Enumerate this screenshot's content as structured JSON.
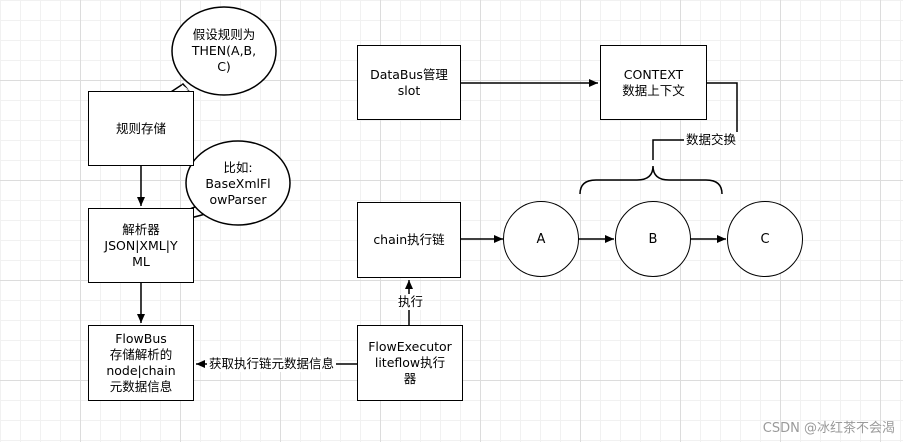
{
  "nodes": {
    "rule_storage": "规则存储",
    "parser": "解析器\nJSON|XML|Y\nML",
    "flowbus": "FlowBus\n存储解析的\nnode|chain\n元数据信息",
    "databus": "DataBus管理\nslot",
    "context": "CONTEXT\n数据上下文",
    "chain": "chain执行链",
    "executor": "FlowExecutor\nliteflow执行\n器",
    "a": "A",
    "b": "B",
    "c": "C"
  },
  "bubbles": {
    "rule_assumption": "假设规则为\nTHEN(A,B,\nC)",
    "parser_example": "比如:\nBaseXmlFl\nowParser"
  },
  "edge_labels": {
    "data_exchange": "数据交换",
    "execute": "执行",
    "get_metadata": "获取执行链元数据信息"
  },
  "watermark": "CSDN @冰红茶不会渴"
}
